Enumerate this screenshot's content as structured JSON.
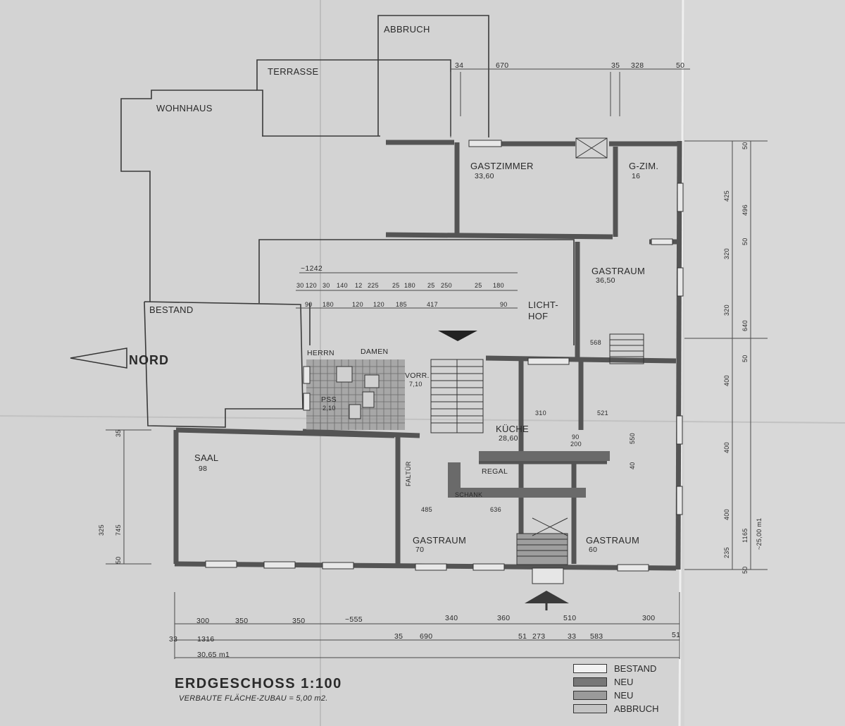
{
  "drawing": {
    "title": "ERDGESCHOSS 1:100",
    "subtitle": "VERBAUTE FLÄCHE-ZUBAU = 5,00 m2.",
    "north_label": "NORD"
  },
  "areas": {
    "abbruch": "ABBRUCH",
    "terrasse": "TERRASSE",
    "wohnhaus": "WOHNHAUS",
    "bestand": "BESTAND",
    "lichthof_1": "LICHT-",
    "lichthof_2": "HOF"
  },
  "rooms": {
    "gastzimmer": "GASTZIMMER",
    "gastzimmer_area": "33,60",
    "gzim": "G-ZIM.",
    "gzim_area": "16",
    "gastraum_ne": "GASTRAUM",
    "gastraum_ne_area": "36,50",
    "herrn": "HERRN",
    "damen": "DAMEN",
    "vorr": "VORR.",
    "vorr_area": "7,10",
    "pss": "PSS",
    "pss_area": "2,10",
    "kueche": "KÜCHE",
    "kueche_area": "28,60",
    "regal": "REGAL",
    "schank": "SCHANK",
    "faltur": "FALTÜR",
    "saal": "SAAL",
    "saal_area": "98",
    "gastraum_mid": "GASTRAUM",
    "gastraum_mid_area": "70",
    "gastraum_east": "GASTRAUM",
    "gastraum_east_area": "60"
  },
  "dimensions": {
    "top_row": [
      "34",
      "670",
      "35",
      "328",
      "50"
    ],
    "inner_total": "~1242",
    "inner_row1": [
      "30",
      "120",
      "30",
      "140",
      "12",
      "225",
      "25",
      "180",
      "25",
      "250",
      "25",
      "180"
    ],
    "inner_row2": [
      "90",
      "180",
      "120",
      "120",
      "185",
      "417",
      "90"
    ],
    "right_chain": [
      "50",
      "425",
      "496",
      "50",
      "320",
      "320",
      "640",
      "50",
      "400",
      "400",
      "400",
      "235",
      "1165",
      "50"
    ],
    "right_total": "~25,00 m1",
    "left_chain": [
      "35",
      "325",
      "745",
      "50"
    ],
    "bottom_row1": [
      "300",
      "350",
      "350",
      "~555",
      "340",
      "360",
      "510",
      "300"
    ],
    "bottom_row2": [
      "33",
      "1316",
      "35",
      "690",
      "51",
      "273",
      "33",
      "583",
      "51"
    ],
    "bottom_total": "30,65 m1",
    "misc": [
      "568",
      "310",
      "521",
      "550",
      "40",
      "485",
      "636",
      "90",
      "200"
    ]
  },
  "legend": [
    {
      "label": "BESTAND",
      "fill": "#f2f2f2"
    },
    {
      "label": "NEU",
      "fill": "#777777"
    },
    {
      "label": "NEU",
      "fill": "#9a9a9a"
    },
    {
      "label": "ABBRUCH",
      "fill": "#c4c4c4"
    }
  ],
  "colors": {
    "paper": "#d2d2d2",
    "line": "#3a3a3a",
    "wall": "#5c5c5c",
    "new_wall": "#4a4a4a"
  }
}
